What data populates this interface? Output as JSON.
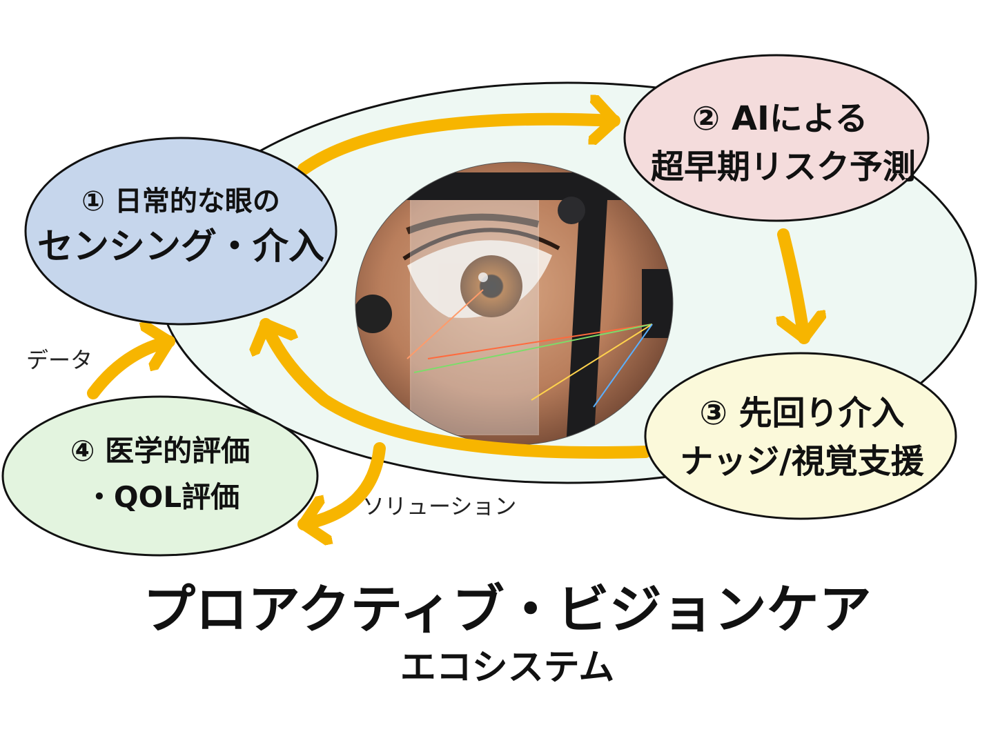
{
  "nodes": {
    "n1": {
      "line1": "① 日常的な眼の",
      "line2": "センシング・介入",
      "color": "#c6d6ec"
    },
    "n2": {
      "line1": "② AIによる",
      "line2": "超早期リスク予測",
      "color": "#f4dcdc"
    },
    "n3": {
      "line1": "③ 先回り介入",
      "line2": "ナッジ/視覚支援",
      "color": "#fbf9da"
    },
    "n4": {
      "line1": "④ 医学的評価",
      "line2": "・QOL評価",
      "color": "#e3f4df"
    }
  },
  "labels": {
    "data": "データ",
    "solution": "ソリューション"
  },
  "title": {
    "main": "プロアクティブ・ビジョンケア",
    "sub": "エコシステム"
  },
  "colors": {
    "arrow": "#f7b500",
    "ecosystem": "#eef8f3"
  }
}
